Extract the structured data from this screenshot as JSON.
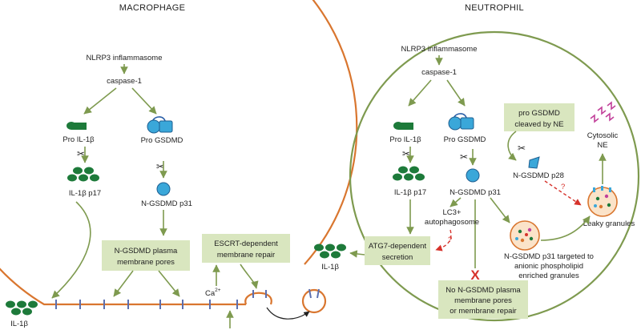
{
  "headers": {
    "macrophage": "MACROPHAGE",
    "neutrophil": "NEUTROPHIL"
  },
  "colors": {
    "macrophage_membrane": "#d9762f",
    "neutrophil_membrane": "#7e9a4f",
    "arrow": "#7e9a4f",
    "il1b": "#1d7a3a",
    "gsdmd": "#3aa7d9",
    "box_fill": "#d9e6bf",
    "pore": "#5b6fb0",
    "red": "#d6322b",
    "ne": "#c2409a"
  },
  "macrophage": {
    "nlrp3": "NLRP3 inflammasome",
    "caspase": "caspase-1",
    "pro_il1b": "Pro IL-1β",
    "pro_gsdmd": "Pro GSDMD",
    "il1b_p17": "IL-1β p17",
    "ngsdmd_p31": "N-GSDMD p31",
    "box_pores": [
      "N-GSDMD plasma",
      "membrane pores"
    ],
    "box_escrt": [
      "ESCRT-dependent",
      "membrane repair"
    ],
    "calcium": "Ca",
    "calcium_sup": "2+",
    "il1b_out": "IL-1β"
  },
  "neutrophil": {
    "nlrp3": "NLRP3 inflammasome",
    "caspase": "caspase-1",
    "pro_il1b": "Pro IL-1β",
    "pro_gsdmd": "Pro GSDMD",
    "il1b_p17": "IL-1β p17",
    "ngsdmd_p31": "N-GSDMD p31",
    "lc3": [
      "LC3+",
      "autophagosome"
    ],
    "question1": "?",
    "box_atg7": [
      "ATG7-dependent",
      "secretion"
    ],
    "box_ne": [
      "pro GSDMD",
      "cleaved by NE"
    ],
    "ngsdmd_p28": "N-GSDMD p28",
    "question2": "?",
    "cytosolic_ne": [
      "Cytosolic",
      "NE"
    ],
    "leaky": "Leaky granules",
    "targeted": [
      "N-GSDMD p31 targeted to",
      "anionic phospholipid",
      "enriched granules"
    ],
    "box_no": [
      "No N-GSDMD plasma",
      "membrane pores",
      "or membrane repair"
    ],
    "red_x": "X",
    "il1b_out": "IL-1β"
  }
}
